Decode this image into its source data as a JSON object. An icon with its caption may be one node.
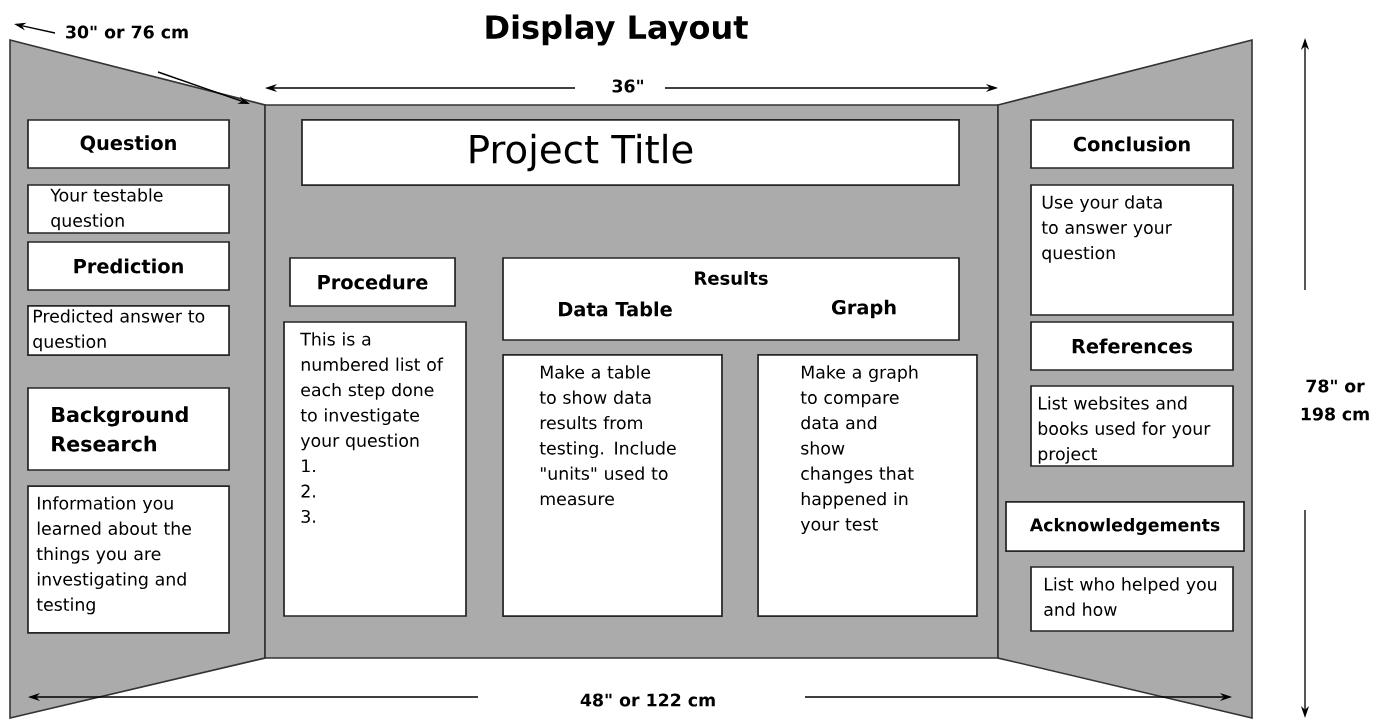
{
  "diagram": {
    "title": "Display Layout",
    "nodes": [
      {
        "text": [],
        "shape": "box"
      },
      {
        "text": [
          "Question"
        ],
        "in": 0
      },
      {
        "text": [
          "Your testable question"
        ],
        "in": 0
      },
      {
        "text": [
          "Prediction"
        ],
        "in": 0
      },
      {
        "text": [
          "Predicted answer to question"
        ],
        "in": 0
      },
      {
        "text": [
          "Background Research"
        ],
        "in": 0
      },
      {
        "text": [
          "Information you learned about the things you are investigating and testing"
        ],
        "in": 0
      },
      {
        "text": [],
        "shape": "box"
      },
      {
        "text": [
          "Project Title"
        ],
        "in": 7
      },
      {
        "text": [
          "Procedure"
        ],
        "in": 7
      },
      {
        "text": [
          "This is a numbered list of each step done to investigate your question",
          "1.",
          "2.",
          "3."
        ],
        "in": 7
      },
      {
        "text": [
          "Results",
          "Data Table",
          "Graph"
        ],
        "in": 7
      },
      {
        "text": [
          "Make a table to show data results from testing. Include \"units\" used to measure"
        ],
        "in": 7
      },
      {
        "text": [
          "Make a graph to compare data and show changes that happened in your test"
        ],
        "in": 7
      },
      {
        "text": [],
        "shape": "box"
      },
      {
        "text": [
          "Conclusion"
        ],
        "in": 14
      },
      {
        "text": [
          "Use your data to answer your question"
        ],
        "in": 14
      },
      {
        "text": [
          "References"
        ],
        "in": 14
      },
      {
        "text": [
          "List websites and books used for your project"
        ],
        "in": 14
      },
      {
        "text": [
          "Acknowledgements"
        ],
        "in": 14
      },
      {
        "text": [
          "List who helped you and how"
        ],
        "in": 14
      }
    ],
    "labels": [
      "30\" or 76 cm",
      "36\"",
      "78\" or 198 cm",
      "48\" or 122 cm"
    ]
  }
}
